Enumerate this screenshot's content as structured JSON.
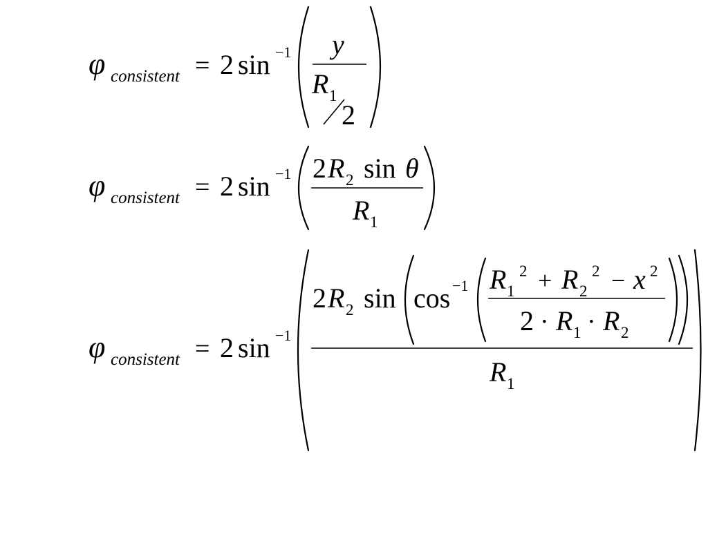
{
  "symbols": {
    "phi": "φ",
    "consistent": "consistent",
    "equals": "=",
    "two": "2",
    "sin": "sin",
    "cos": "cos",
    "inverse": "−1",
    "y": "y",
    "R": "R",
    "sub_one": "1",
    "sub_two": "2",
    "theta": "θ",
    "x": "x",
    "squared": "2",
    "plus": "+",
    "minus": "−",
    "cdot": "·"
  }
}
